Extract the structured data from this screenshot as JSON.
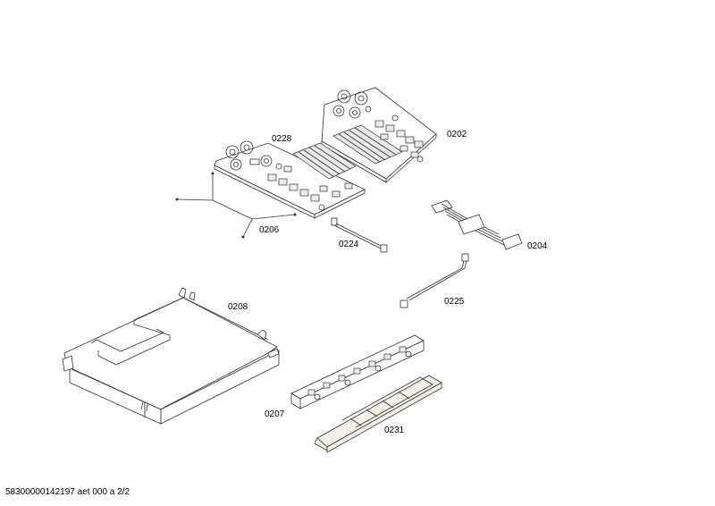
{
  "parts": {
    "p0228": "0228",
    "p0202": "0202",
    "p0206": "0206",
    "p0224": "0224",
    "p0204": "0204",
    "p0225": "0225",
    "p0208": "0208",
    "p0207": "0207",
    "p0231": "0231"
  },
  "footer": "58300000142197 aet 000 a 2/2"
}
